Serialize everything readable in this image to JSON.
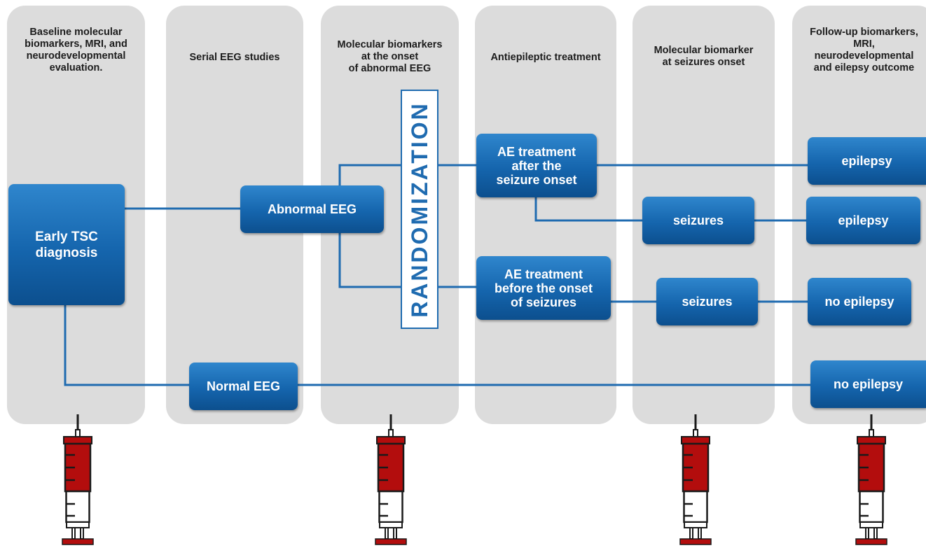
{
  "columns": [
    {
      "title": "Baseline molecular\nbiomarkers, MRI, and\nneurodevelopmental\nevaluation."
    },
    {
      "title": "Serial EEG studies"
    },
    {
      "title": "Molecular biomarkers\nat the onset\nof abnormal EEG"
    },
    {
      "title": "Antiepileptic treatment"
    },
    {
      "title": "Molecular biomarker\nat seizures onset"
    },
    {
      "title": "Follow-up  biomarkers,\nMRI,\nneurodevelopmental\nand eilepsy outcome"
    }
  ],
  "boxes": {
    "early_tsc": "Early TSC\ndiagnosis",
    "abnormal_eeg": "Abnormal EEG",
    "normal_eeg": "Normal EEG",
    "ae_after": "AE treatment\nafter the\nseizure onset",
    "ae_before": "AE treatment\nbefore the onset\nof seizures",
    "seizures_1": "seizures",
    "seizures_2": "seizures",
    "epilepsy_1": "epilepsy",
    "epilepsy_2": "epilepsy",
    "no_epilepsy_1": "no epilepsy",
    "no_epilepsy_2": "no epilepsy"
  },
  "randomization": "RANDOMIZATION",
  "colors": {
    "column_bg": "#dcdcdc",
    "box_blue": "#1565ad",
    "line_blue": "#1f6bb0",
    "blood_red": "#b30d0d",
    "syringe_outline": "#1a1a1a"
  },
  "icons": [
    "syringe-icon",
    "syringe-icon",
    "syringe-icon",
    "syringe-icon"
  ]
}
